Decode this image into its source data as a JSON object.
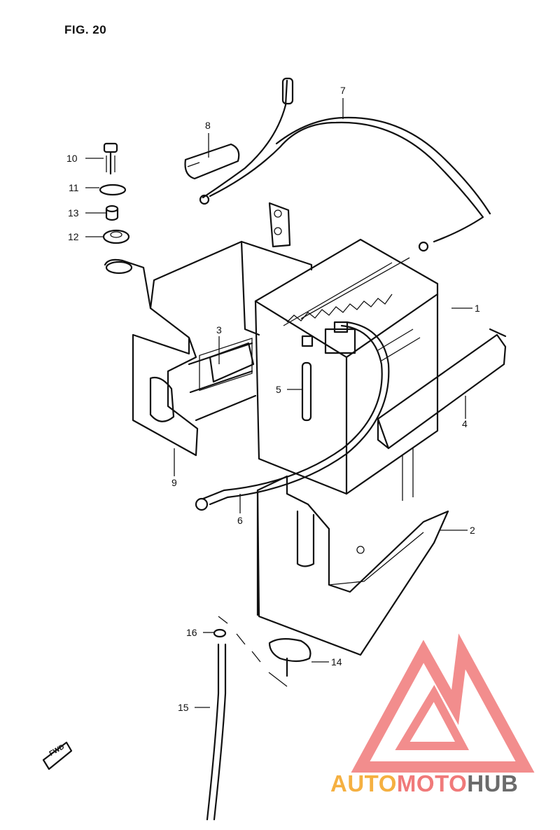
{
  "figure": {
    "title": "FIG. 20"
  },
  "callouts": [
    "1",
    "2",
    "3",
    "4",
    "5",
    "6",
    "7",
    "8",
    "9",
    "10",
    "11",
    "12",
    "13",
    "14",
    "15",
    "16"
  ],
  "fwd_label": "FWD",
  "watermark": {
    "part1": "AUTO",
    "part2": "MOTO",
    "part3": "HUB",
    "colors": {
      "orange": "#f5b041",
      "pink": "#f07a7a",
      "gray": "#6b6b6b"
    }
  }
}
